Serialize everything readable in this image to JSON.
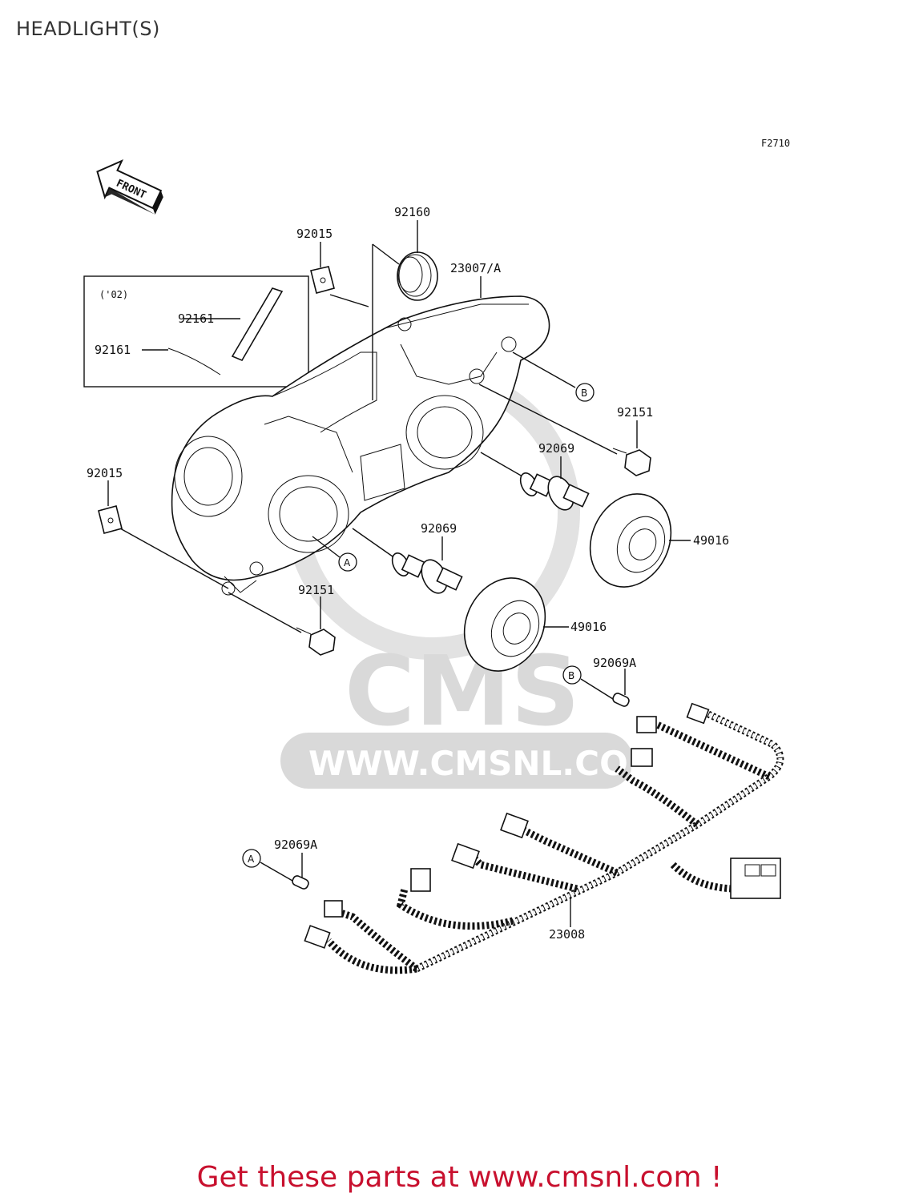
{
  "title": "HEADLIGHT(S)",
  "figure_code": "F2710",
  "front_arrow_label": "FRONT",
  "variant_note": "('02)",
  "parts": [
    {
      "id": "p_92160",
      "number": "92160"
    },
    {
      "id": "p_92015_top",
      "number": "92015"
    },
    {
      "id": "p_23007A",
      "number": "23007/A"
    },
    {
      "id": "p_92161_a",
      "number": "92161"
    },
    {
      "id": "p_92161_b",
      "number": "92161"
    },
    {
      "id": "p_92151_top",
      "number": "92151"
    },
    {
      "id": "p_92069_top",
      "number": "92069"
    },
    {
      "id": "p_92015_left",
      "number": "92015"
    },
    {
      "id": "p_49016_top",
      "number": "49016"
    },
    {
      "id": "p_92069_mid",
      "number": "92069"
    },
    {
      "id": "p_92151_bot",
      "number": "92151"
    },
    {
      "id": "p_49016_bot",
      "number": "49016"
    },
    {
      "id": "p_92069A_b",
      "number": "92069A"
    },
    {
      "id": "p_92069A_a",
      "number": "92069A"
    },
    {
      "id": "p_23008",
      "number": "23008"
    }
  ],
  "ref_markers": {
    "a": "A",
    "b": "B"
  },
  "watermark": {
    "brand": "CMS",
    "url": "WWW.CMSNL.COM"
  },
  "footer": "Get these parts at www.cmsnl.com !",
  "colors": {
    "footer": "#c8102e",
    "watermark": "#d9d9d9",
    "ink": "#111111"
  }
}
